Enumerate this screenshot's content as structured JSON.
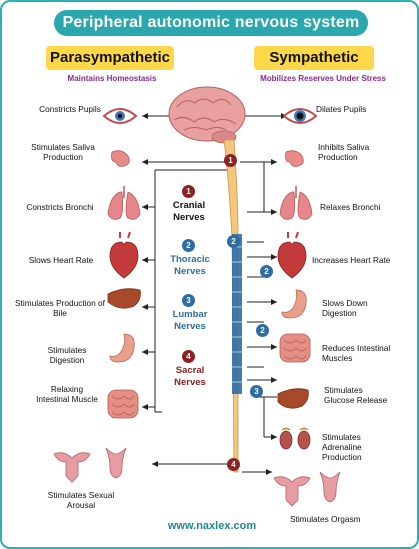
{
  "title": "Peripheral autonomic nervous system",
  "parasympathetic": {
    "header": "Parasympathetic",
    "subtitle": "Maintains Homeostasis",
    "effects": [
      "Constricts Pupils",
      "Stimulates Saliva Production",
      "Constricts Bronchi",
      "Slows Heart Rate",
      "Stimulates Production of Bile",
      "Stimulates Digestion",
      "Relaxing Intestinal Muscle",
      "Stimulates Sexual Arousal"
    ]
  },
  "sympathetic": {
    "header": "Sympathetic",
    "subtitle": "Mobilizes Reserves Under Stress",
    "effects": [
      "Dilates Pupils",
      "Inhibits Saliva Production",
      "Relaxes Bronchi",
      "Increases Heart Rate",
      "Slows Down Digestion",
      "Reduces Intestinal Muscles",
      "Stimulates Glucose Release",
      "Stimulates Adrenaline Production",
      "Stimulates Orgasm"
    ]
  },
  "nerves": [
    {
      "number": "1",
      "name": "Cranial Nerves",
      "color": "#8b2323"
    },
    {
      "number": "2",
      "name": "Thoracic Nerves",
      "color": "#2e6da4"
    },
    {
      "number": "3",
      "name": "Lumbar Nerves",
      "color": "#2e6da4"
    },
    {
      "number": "4",
      "name": "Sacral Nerves",
      "color": "#8b2323"
    }
  ],
  "spine_badges": [
    "1",
    "2",
    "2",
    "2",
    "3",
    "4"
  ],
  "footer": "www.naxlex.com",
  "colors": {
    "teal": "#2aa8ad",
    "yellow": "#ffd84a",
    "purple": "#8a2a8a",
    "red": "#8b2323",
    "blue": "#2e6da4"
  }
}
